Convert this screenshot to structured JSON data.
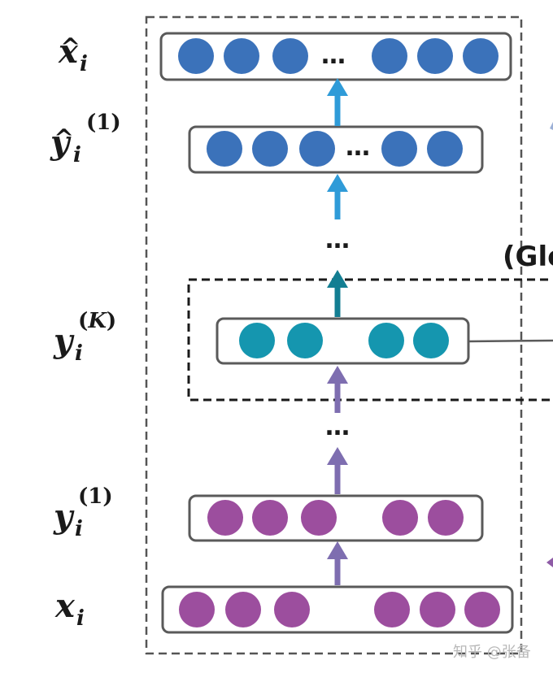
{
  "labels": {
    "x_hat": "x",
    "x_hat_sub": "i",
    "y1_hat": "y",
    "y1_hat_sub": "i",
    "y1_hat_sup": "(1)",
    "yK": "y",
    "yK_sub": "i",
    "yK_sup_open": "(",
    "yK_sup_var": "K",
    "yK_sup_close": ")",
    "y1": "y",
    "y1_sub": "i",
    "y1_sup": "(1)",
    "x": "x",
    "x_sub": "i",
    "hat_mark": "^"
  },
  "ellipsis": "…",
  "partial_text": "(Glo",
  "watermark": "知乎 @张备",
  "colors": {
    "blue": "#3B72BA",
    "light_blue": "#2F9BD8",
    "teal": "#1596AF",
    "teal_arrow": "#137E92",
    "purple": "#9C4E9E",
    "lavender_arrow": "#7E6EB0",
    "box_stroke": "#5A5A5A",
    "dashed": "#555555",
    "dark_dashed": "#1a1a1a"
  },
  "icons": {
    "arrow": "up-arrow-icon",
    "node": "circle-node"
  }
}
